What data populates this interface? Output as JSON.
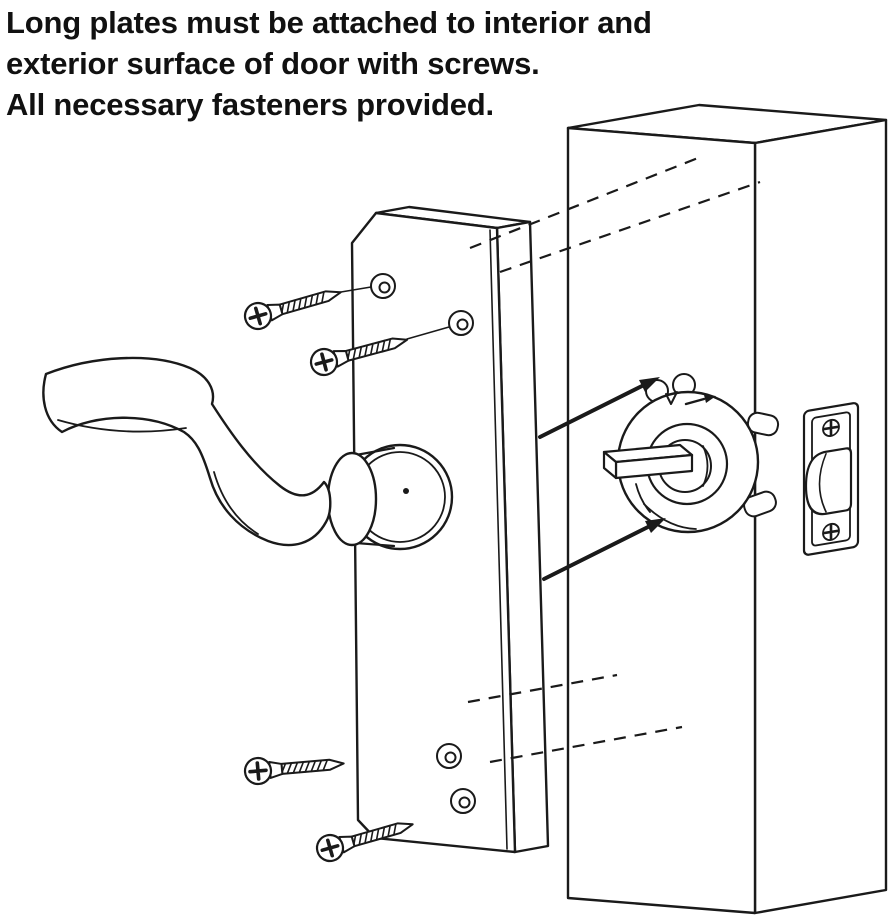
{
  "instructions": {
    "lines": [
      "Long plates must be attached to interior and",
      "exterior surface of door with screws.",
      "All necessary fasteners provided."
    ]
  },
  "diagram": {
    "parts": [
      {
        "name": "lever-handle"
      },
      {
        "name": "long-plate"
      },
      {
        "name": "mounting-screws",
        "count": 4
      },
      {
        "name": "plate-screw-holes",
        "count": 4
      },
      {
        "name": "door"
      },
      {
        "name": "lock-body-with-spindle"
      },
      {
        "name": "latch-faceplate-and-bolt"
      }
    ]
  },
  "colors": {
    "line": "#1a1a1a",
    "background": "#ffffff"
  }
}
